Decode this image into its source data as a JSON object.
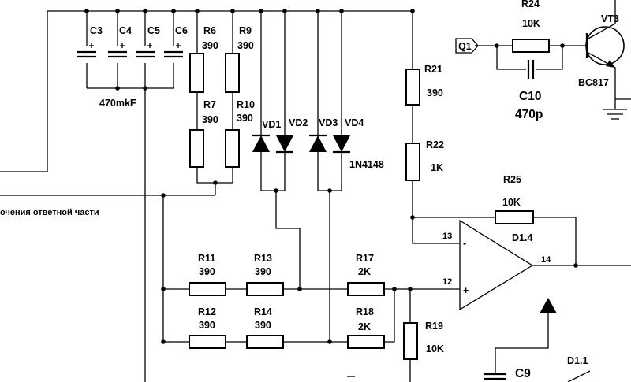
{
  "resistors": [
    {
      "id": "R6",
      "value": "390"
    },
    {
      "id": "R7",
      "value": "390"
    },
    {
      "id": "R9",
      "value": "390"
    },
    {
      "id": "R10",
      "value": "390"
    },
    {
      "id": "R11",
      "value": "390"
    },
    {
      "id": "R12",
      "value": "390"
    },
    {
      "id": "R13",
      "value": "390"
    },
    {
      "id": "R14",
      "value": "390"
    },
    {
      "id": "R17",
      "value": "2K"
    },
    {
      "id": "R18",
      "value": "2K"
    },
    {
      "id": "R19",
      "value": "10K"
    },
    {
      "id": "R21",
      "value": "390"
    },
    {
      "id": "R22",
      "value": "1K"
    },
    {
      "id": "R24",
      "value": "10K"
    },
    {
      "id": "R25",
      "value": "10K"
    }
  ],
  "capacitors": {
    "bank": [
      "C3",
      "C4",
      "C5",
      "C6"
    ],
    "bank_value": "470mkF",
    "c10": {
      "id": "C10",
      "value": "470p"
    },
    "c9": {
      "id": "C9"
    }
  },
  "diodes": {
    "labels": [
      "VD1",
      "VD2",
      "VD3",
      "VD4"
    ],
    "part": "1N4148"
  },
  "transistor": {
    "id": "VT3",
    "part": "BC817"
  },
  "opamp": {
    "id": "D1.4",
    "pin_minus": "13",
    "pin_plus": "12",
    "pin_out": "14",
    "minus_sign": "-",
    "plus_sign": "+"
  },
  "other_chip": {
    "id": "D1.1"
  },
  "port": {
    "label": "Q1"
  },
  "cut_text": "очения ответной части"
}
